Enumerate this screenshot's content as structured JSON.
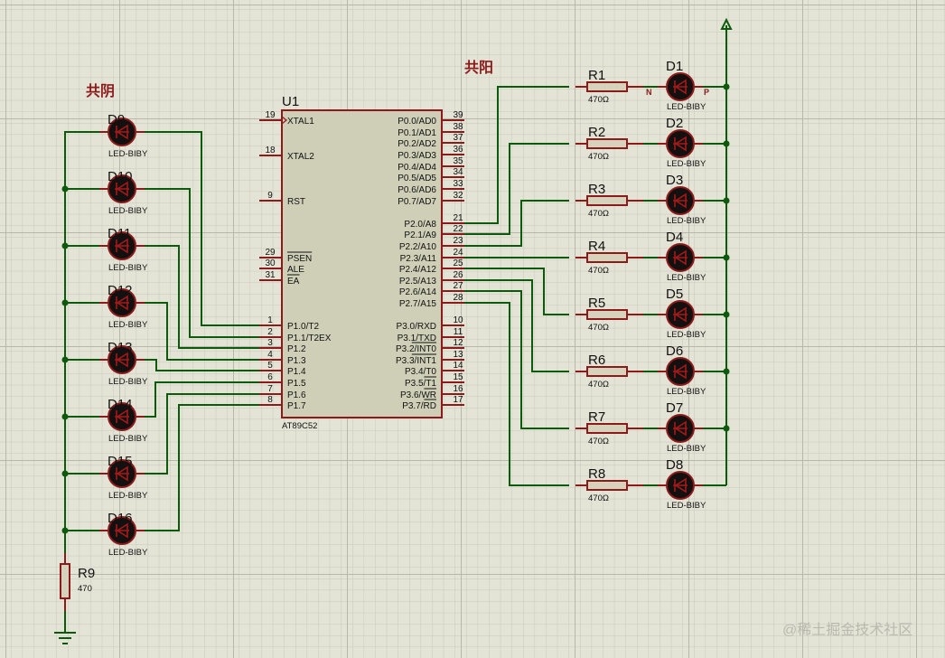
{
  "labels": {
    "common_cathode": "共阴",
    "common_anode": "共阳",
    "watermark": "@稀土掘金技术社区"
  },
  "mcu": {
    "ref": "U1",
    "part": "AT89C52",
    "left_pins": [
      {
        "num": "19",
        "label": "XTAL1",
        "clock": true
      },
      {
        "num": "18",
        "label": "XTAL2"
      },
      {
        "num": "9",
        "label": "RST"
      },
      {
        "num": "29",
        "label": "PSEN",
        "overline": true
      },
      {
        "num": "30",
        "label": "ALE"
      },
      {
        "num": "31",
        "label": "EA",
        "overline": true
      },
      {
        "num": "1",
        "label": "P1.0/T2"
      },
      {
        "num": "2",
        "label": "P1.1/T2EX"
      },
      {
        "num": "3",
        "label": "P1.2"
      },
      {
        "num": "4",
        "label": "P1.3"
      },
      {
        "num": "5",
        "label": "P1.4"
      },
      {
        "num": "6",
        "label": "P1.5"
      },
      {
        "num": "7",
        "label": "P1.6"
      },
      {
        "num": "8",
        "label": "P1.7"
      }
    ],
    "right_pins": [
      {
        "num": "39",
        "label": "P0.0/AD0"
      },
      {
        "num": "38",
        "label": "P0.1/AD1"
      },
      {
        "num": "37",
        "label": "P0.2/AD2"
      },
      {
        "num": "36",
        "label": "P0.3/AD3"
      },
      {
        "num": "35",
        "label": "P0.4/AD4"
      },
      {
        "num": "34",
        "label": "P0.5/AD5"
      },
      {
        "num": "33",
        "label": "P0.6/AD6"
      },
      {
        "num": "32",
        "label": "P0.7/AD7"
      },
      {
        "num": "21",
        "label": "P2.0/A8"
      },
      {
        "num": "22",
        "label": "P2.1/A9"
      },
      {
        "num": "23",
        "label": "P2.2/A10"
      },
      {
        "num": "24",
        "label": "P2.3/A11"
      },
      {
        "num": "25",
        "label": "P2.4/A12"
      },
      {
        "num": "26",
        "label": "P2.5/A13"
      },
      {
        "num": "27",
        "label": "P2.6/A14"
      },
      {
        "num": "28",
        "label": "P2.7/A15"
      },
      {
        "num": "10",
        "label": "P3.0/RXD"
      },
      {
        "num": "11",
        "label": "P3.1/TXD"
      },
      {
        "num": "12",
        "label": "P3.2/INT0",
        "overline_part": "INT0"
      },
      {
        "num": "13",
        "label": "P3.3/INT1",
        "overline_part": "INT1"
      },
      {
        "num": "14",
        "label": "P3.4/T0"
      },
      {
        "num": "15",
        "label": "P3.5/T1",
        "overline_part": "T1"
      },
      {
        "num": "16",
        "label": "P3.6/WR",
        "overline_part": "WR"
      },
      {
        "num": "17",
        "label": "P3.7/RD",
        "overline_part": "RD"
      }
    ]
  },
  "anode_leds": [
    {
      "led": "D1",
      "res": "R1",
      "res_value": "470Ω",
      "led_value": "LED-BIBY"
    },
    {
      "led": "D2",
      "res": "R2",
      "res_value": "470Ω",
      "led_value": "LED-BIBY"
    },
    {
      "led": "D3",
      "res": "R3",
      "res_value": "470Ω",
      "led_value": "LED-BIBY"
    },
    {
      "led": "D4",
      "res": "R4",
      "res_value": "470Ω",
      "led_value": "LED-BIBY"
    },
    {
      "led": "D5",
      "res": "R5",
      "res_value": "470Ω",
      "led_value": "LED-BIBY"
    },
    {
      "led": "D6",
      "res": "R6",
      "res_value": "470Ω",
      "led_value": "LED-BIBY"
    },
    {
      "led": "D7",
      "res": "R7",
      "res_value": "470Ω",
      "led_value": "LED-BIBY"
    },
    {
      "led": "D8",
      "res": "R8",
      "res_value": "470Ω",
      "led_value": "LED-BIBY"
    }
  ],
  "d1_pin_labels": {
    "n": "N",
    "p": "P"
  },
  "cathode_leds": [
    {
      "led": "D9",
      "led_value": "LED-BIBY"
    },
    {
      "led": "D10",
      "led_value": "LED-BIBY"
    },
    {
      "led": "D11",
      "led_value": "LED-BIBY"
    },
    {
      "led": "D12",
      "led_value": "LED-BIBY"
    },
    {
      "led": "D13",
      "led_value": "LED-BIBY"
    },
    {
      "led": "D14",
      "led_value": "LED-BIBY"
    },
    {
      "led": "D15",
      "led_value": "LED-BIBY"
    },
    {
      "led": "D16",
      "led_value": "LED-BIBY"
    }
  ],
  "ground_resistor": {
    "ref": "R9",
    "value": "470"
  },
  "colors": {
    "background": "#e3e3d6",
    "grid_minor": "#c9c9bb",
    "grid_major": "#b8b8aa",
    "wire": "#0d5a0d",
    "component_outline": "#8b1a1a",
    "chip_fill": "#cfcfb8"
  }
}
